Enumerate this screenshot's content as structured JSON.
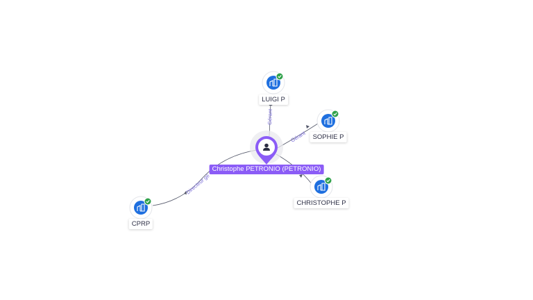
{
  "colors": {
    "edge": "#55596b",
    "company_icon": "#1e6fdf",
    "check_badge": "#2fa14a",
    "center_pin": "#8b5cf6",
    "center_label_bg": "#8b5cf6"
  },
  "icons": {
    "company": "building-icon",
    "verified": "check-badge-icon",
    "person": "user-icon"
  },
  "center": {
    "label": "Christophe PETRONIO (PETRONIO)"
  },
  "nodes": [
    {
      "label": "LUIGI P"
    },
    {
      "label": "SOPHIE P"
    },
    {
      "label": "CHRISTOPHE P"
    },
    {
      "label": "CPRP"
    }
  ],
  "edges": [
    {
      "label": "Gérant"
    },
    {
      "label": "Gérant"
    },
    {
      "label": ""
    },
    {
      "label": "Directeur gé"
    }
  ]
}
